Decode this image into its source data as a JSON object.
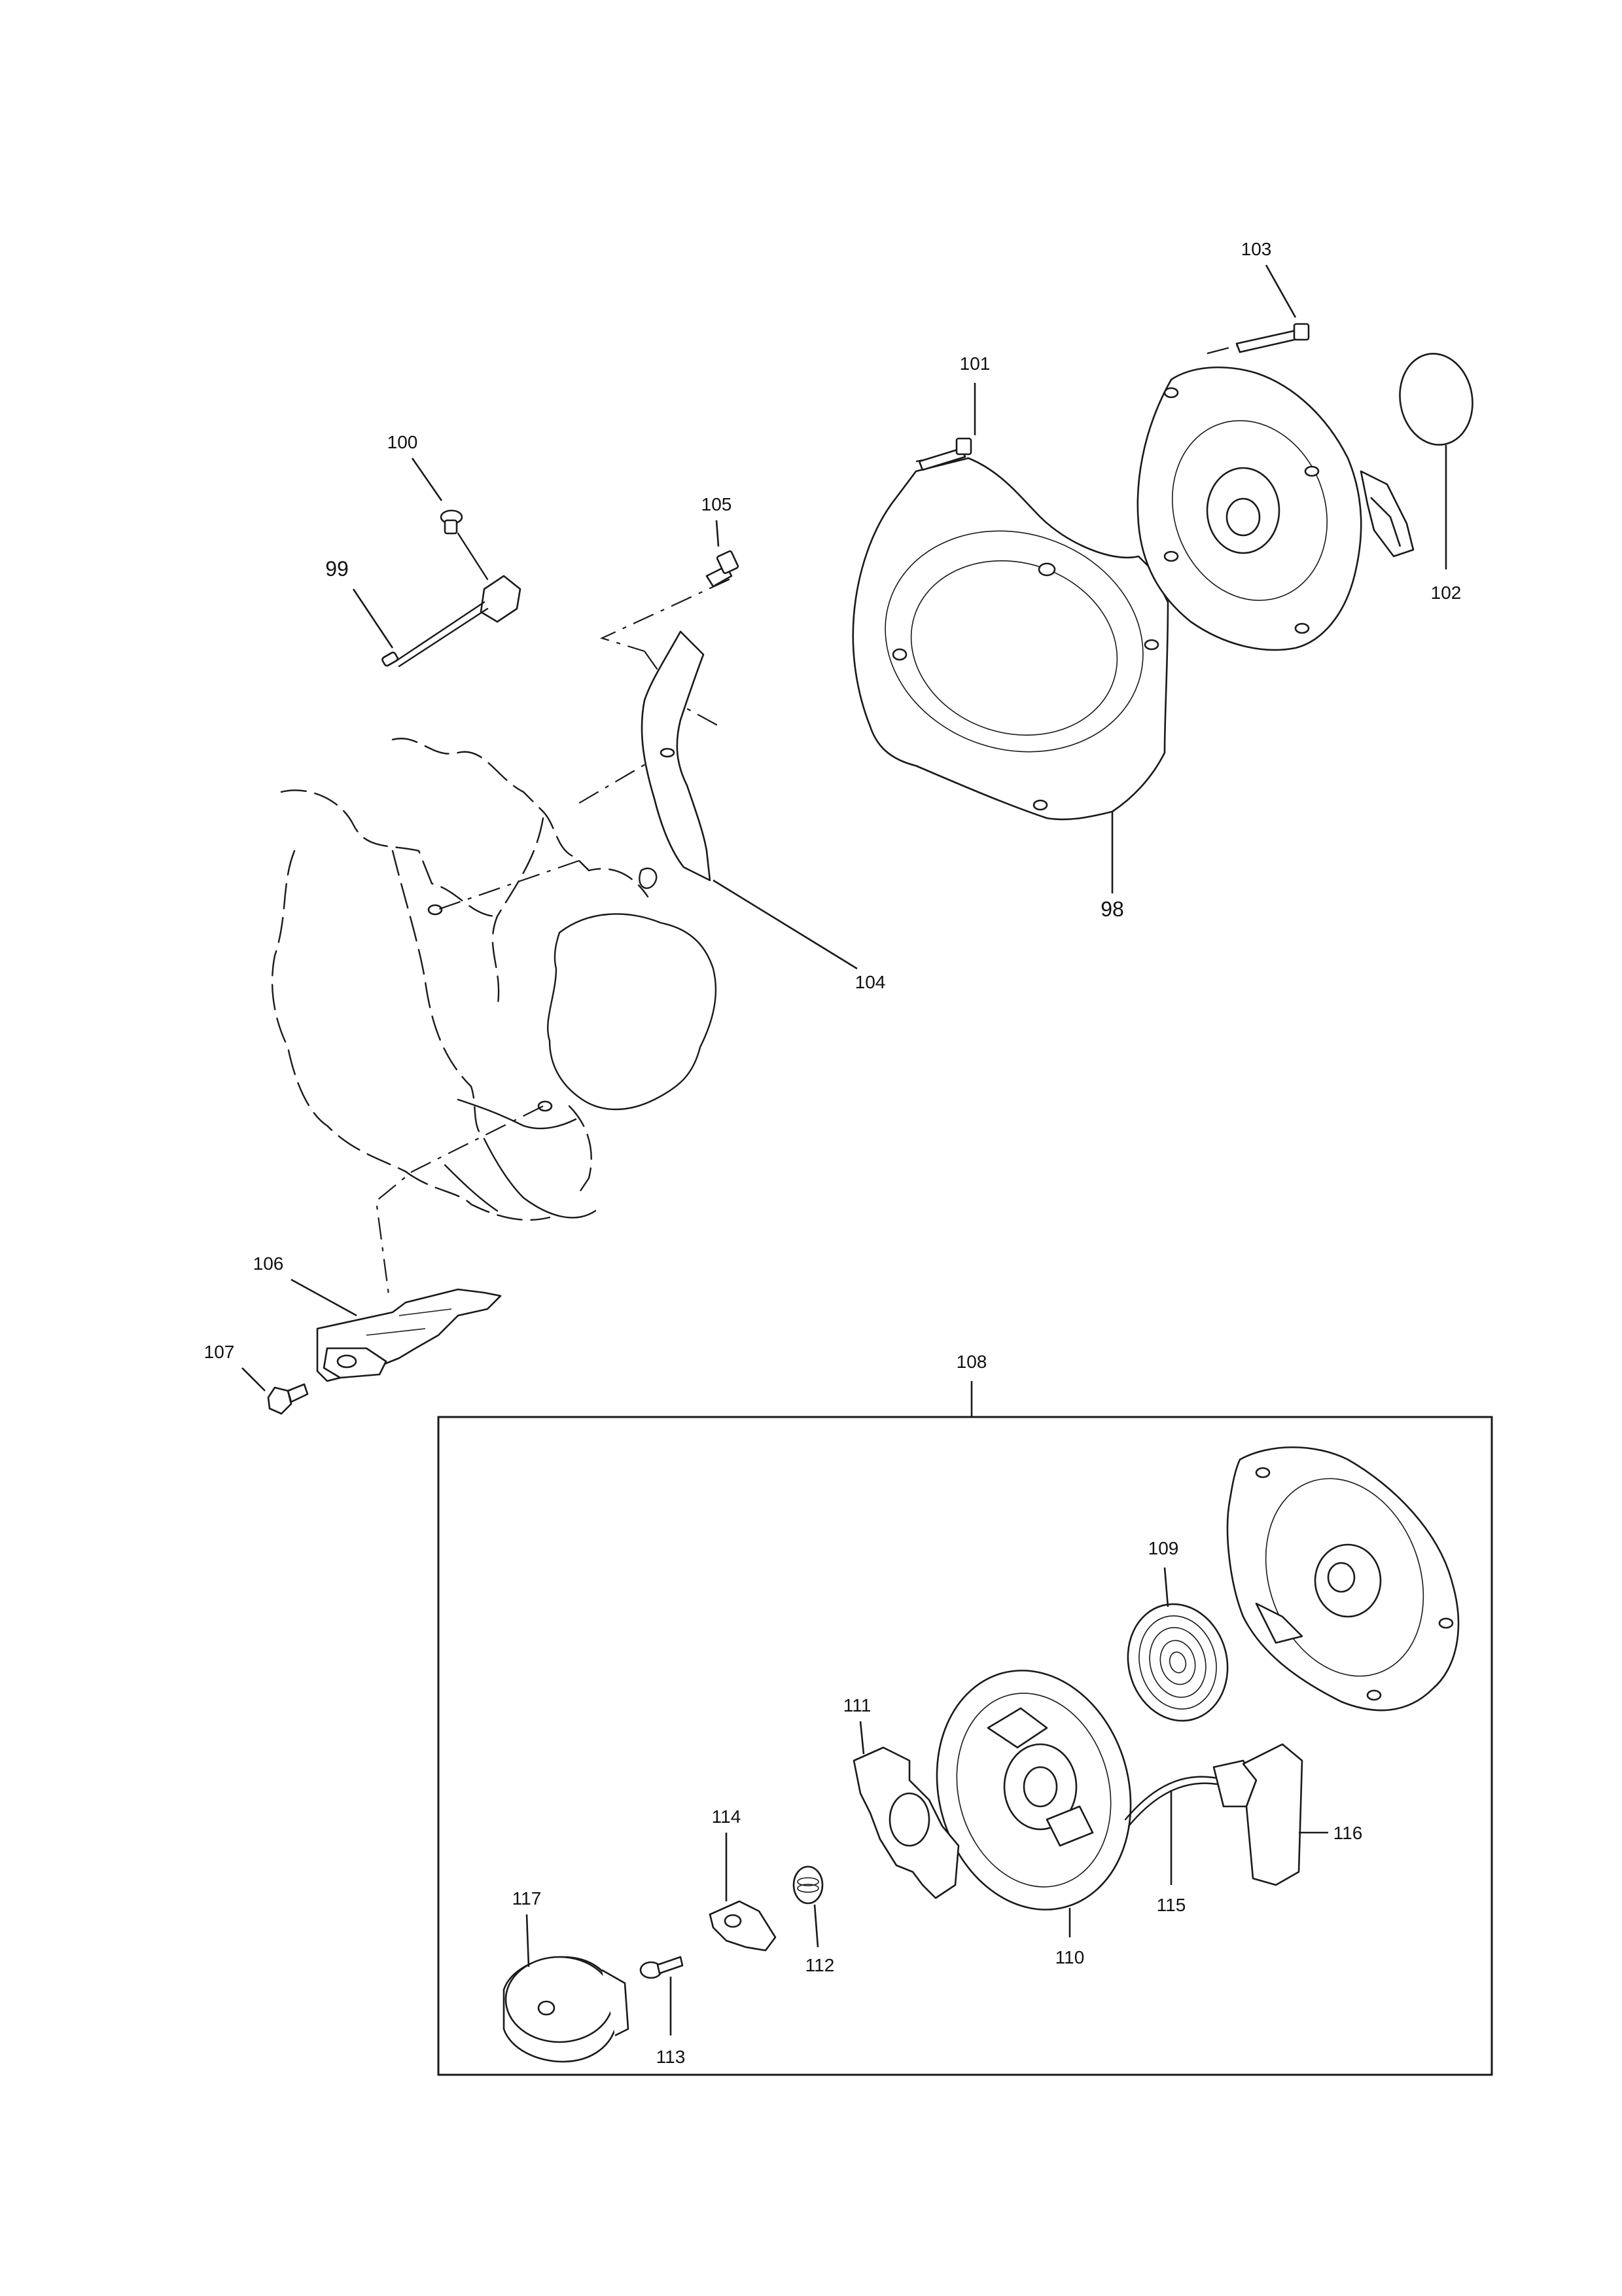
{
  "callouts": {
    "p98": "98",
    "p99": "99",
    "p100": "100",
    "p101": "101",
    "p102": "102",
    "p103": "103",
    "p104": "104",
    "p105": "105",
    "p106": "106",
    "p107": "107",
    "p108": "108",
    "p109": "109",
    "p110": "110",
    "p111": "111",
    "p112": "112",
    "p113": "113",
    "p114": "114",
    "p115": "115",
    "p116": "116",
    "p117": "117"
  },
  "colors": {
    "line": "#1a1a1a",
    "background": "#ffffff"
  }
}
